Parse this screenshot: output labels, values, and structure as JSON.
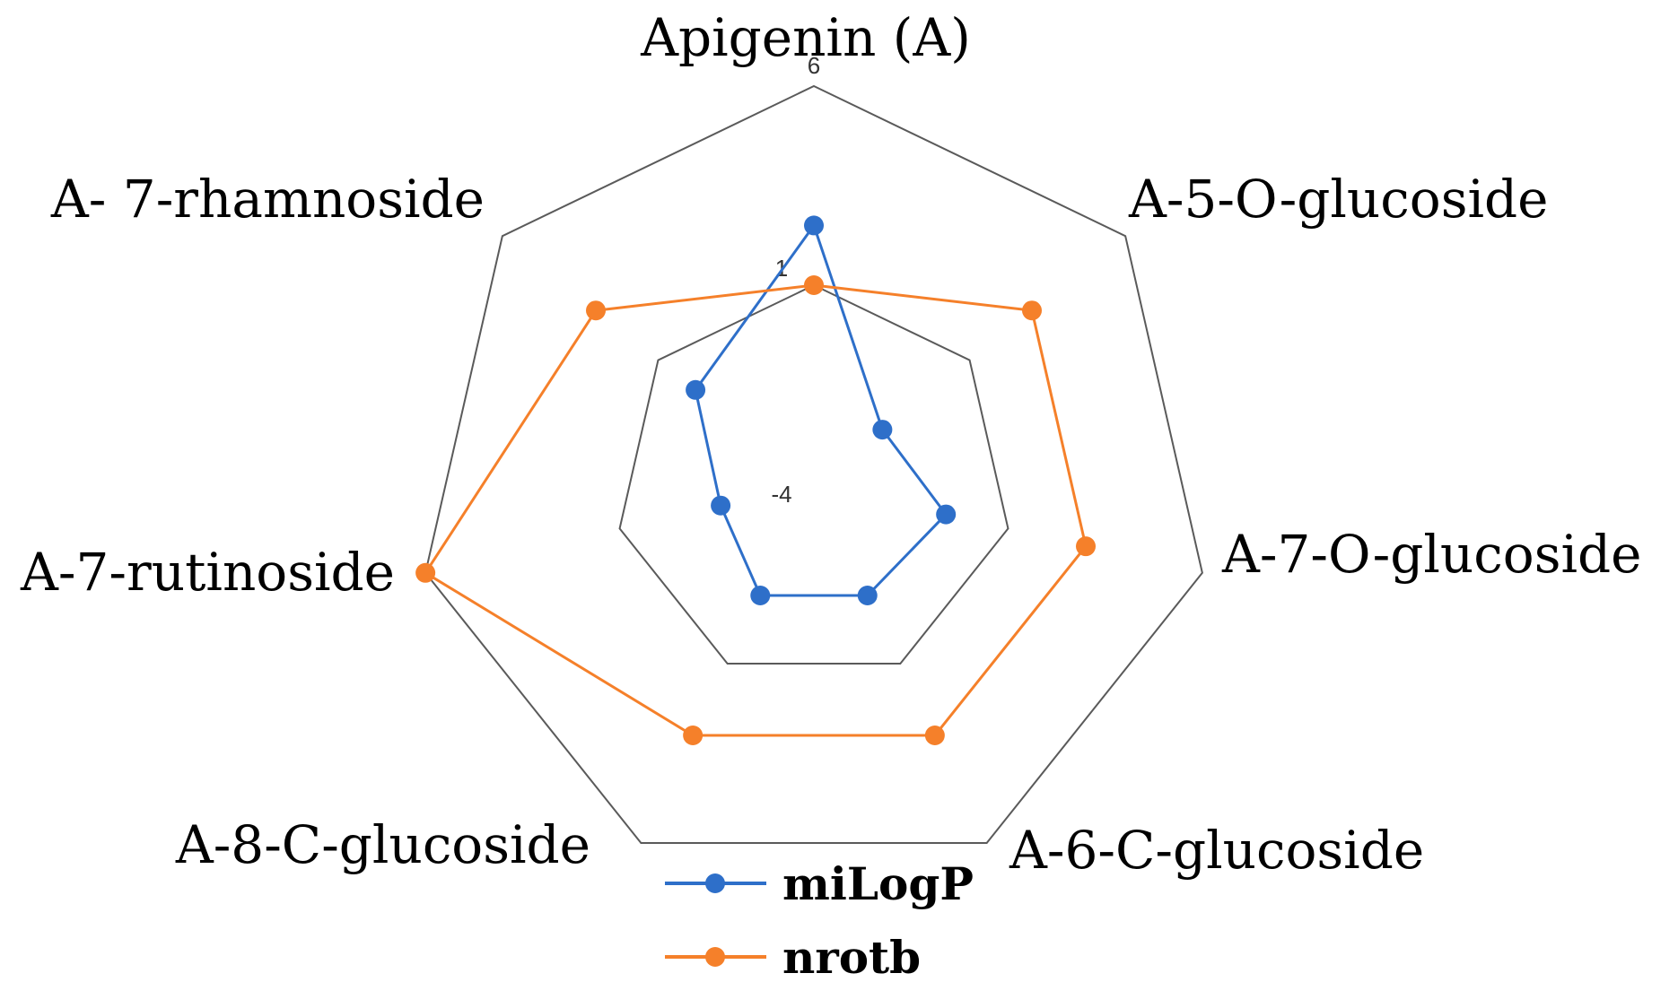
{
  "chart_data": {
    "type": "radar",
    "categories": [
      "Apigenin (A)",
      "A-5-O-glucoside",
      "A-7-O-glucoside",
      "A-6-C-glucoside",
      "A-8-C-glucoside",
      "A-7-rutinoside",
      "A- 7-rhamnoside"
    ],
    "series": [
      {
        "name": "miLogP",
        "color": "#2e6fc9",
        "values": [
          2.5,
          -1.8,
          -0.6,
          -0.9,
          -0.9,
          -1.6,
          -0.2
        ]
      },
      {
        "name": "nrotb",
        "color": "#f5802a",
        "values": [
          1,
          3,
          3,
          3,
          3,
          6,
          3
        ]
      }
    ],
    "tick_values": [
      6,
      1,
      -4
    ],
    "tick_labels": [
      "6",
      "1",
      "-4"
    ],
    "rmin": -4,
    "rmax": 6,
    "gridlines": true,
    "legend_position": "bottom-center"
  }
}
